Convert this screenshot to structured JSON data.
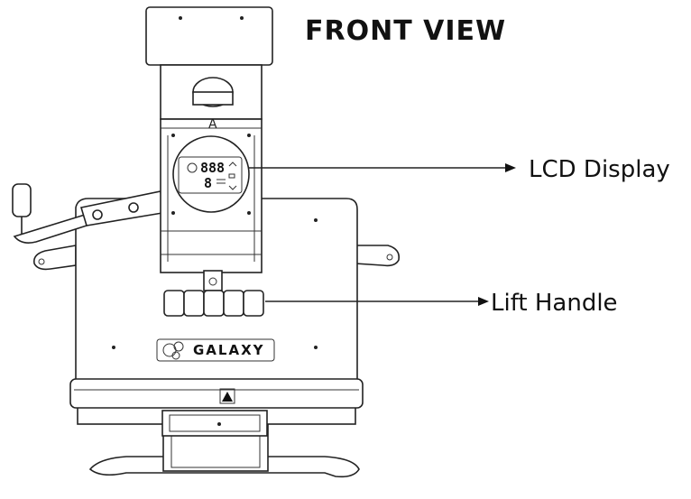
{
  "title": "FRONT VIEW",
  "callouts": {
    "lcd_display": "LCD Display",
    "lift_handle": "Lift Handle"
  },
  "machine": {
    "head_letter": "A",
    "brand": "GALAXY",
    "display_digits": "888",
    "display_small_digit": "8"
  }
}
